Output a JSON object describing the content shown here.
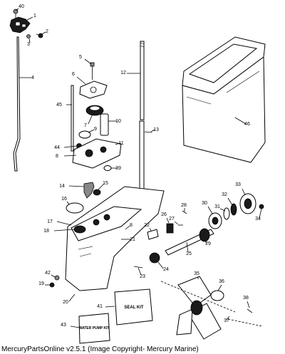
{
  "diagram": {
    "callouts": [
      {
        "label": "40"
      },
      {
        "label": "1"
      },
      {
        "label": "2"
      },
      {
        "label": "3"
      },
      {
        "label": "4"
      },
      {
        "label": "5"
      },
      {
        "label": "6"
      },
      {
        "label": "45"
      },
      {
        "label": "7"
      },
      {
        "label": "10"
      },
      {
        "label": "9"
      },
      {
        "label": "44"
      },
      {
        "label": "8"
      },
      {
        "label": "11"
      },
      {
        "label": "39"
      },
      {
        "label": "12"
      },
      {
        "label": "13"
      },
      {
        "label": "46"
      },
      {
        "label": "14"
      },
      {
        "label": "15"
      },
      {
        "label": "16"
      },
      {
        "label": "17"
      },
      {
        "label": "18"
      },
      {
        "label": "8"
      },
      {
        "label": "21"
      },
      {
        "label": "22"
      },
      {
        "label": "26"
      },
      {
        "label": "27"
      },
      {
        "label": "28"
      },
      {
        "label": "30"
      },
      {
        "label": "31"
      },
      {
        "label": "32"
      },
      {
        "label": "33"
      },
      {
        "label": "34"
      },
      {
        "label": "29"
      },
      {
        "label": "25"
      },
      {
        "label": "24"
      },
      {
        "label": "23"
      },
      {
        "label": "42"
      },
      {
        "label": "19"
      },
      {
        "label": "20"
      },
      {
        "label": "41"
      },
      {
        "label": "43"
      },
      {
        "label": "35"
      },
      {
        "label": "36"
      },
      {
        "label": "37"
      },
      {
        "label": "38"
      }
    ],
    "kit_labels": {
      "seal_kit": "SEAL KIT",
      "water_pump_kit": "WATER PUMP KIT"
    }
  },
  "footer": {
    "text": "MercuryPartsOnline v2.5.1 (Image Copyright- Mercury Marine)"
  }
}
